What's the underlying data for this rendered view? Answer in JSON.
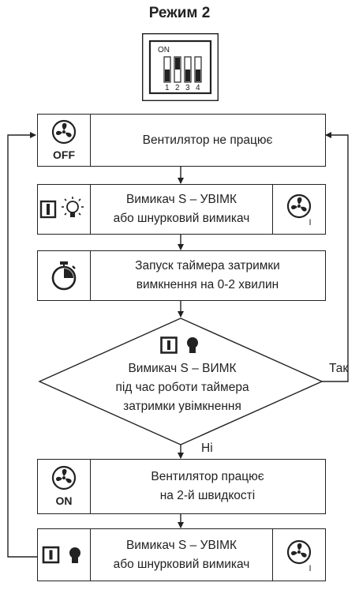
{
  "title": "Режим 2",
  "dip": {
    "on_label": "ON",
    "switches": [
      "1",
      "2",
      "3",
      "4"
    ],
    "on_switch": "2"
  },
  "steps": {
    "fan_off": {
      "icon_text": "OFF",
      "line1": "Вентилятор не працює"
    },
    "switch_on_1": {
      "line1": "Вимикач S – УВІМК",
      "line2": "або шнурковий вимикач",
      "fan_mark": "I"
    },
    "timer": {
      "line1": "Запуск таймера затримки",
      "line2": "вимкнення на 0-2 хвилин"
    },
    "decision": {
      "line1": "Вимикач S – ВИМК",
      "line2": "під час роботи таймера",
      "line3": "затримки увімкнення",
      "yes": "Так",
      "no": "Ні"
    },
    "fan_on": {
      "icon_text": "ON",
      "line1": "Вентилятор працює",
      "line2": "на 2-й швидкості"
    },
    "switch_on_2": {
      "line1": "Вимикач S – УВІМК",
      "line2": "або шнурковий вимикач",
      "fan_mark": "I"
    }
  }
}
